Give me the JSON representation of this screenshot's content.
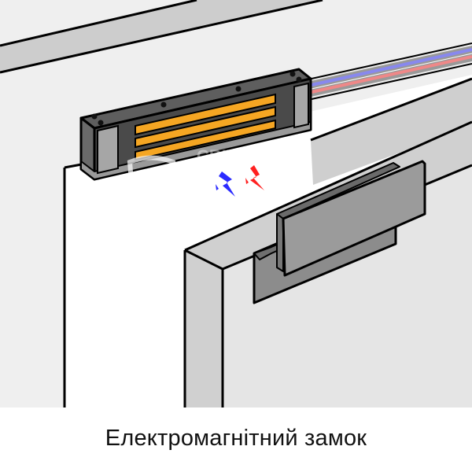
{
  "illustration": {
    "subject": "electromagnetic lock mounted on door frame with armature plate on door",
    "components": [
      {
        "name": "magnet-body",
        "color": "#5a5a5a"
      },
      {
        "name": "magnet-coil-strips",
        "color": "#f5a623",
        "count": 3
      },
      {
        "name": "armature-plate",
        "color": "#9a9a9a"
      },
      {
        "name": "l-bracket",
        "color": "#8c8c8c"
      },
      {
        "name": "door-frame",
        "color": "#cfcfcf"
      },
      {
        "name": "door-leaf",
        "color": "#ffffff"
      },
      {
        "name": "cable",
        "wire_colors": [
          "#8888ee",
          "#ee8888",
          "#999999"
        ]
      }
    ],
    "bolts": {
      "blue_color": "#2b2bff",
      "red_color": "#ff2020"
    },
    "watermark": {
      "line1": "СВІТ",
      "line2": "ЗАМКІВ"
    }
  },
  "caption": {
    "text": "Електромагнітний замок"
  }
}
